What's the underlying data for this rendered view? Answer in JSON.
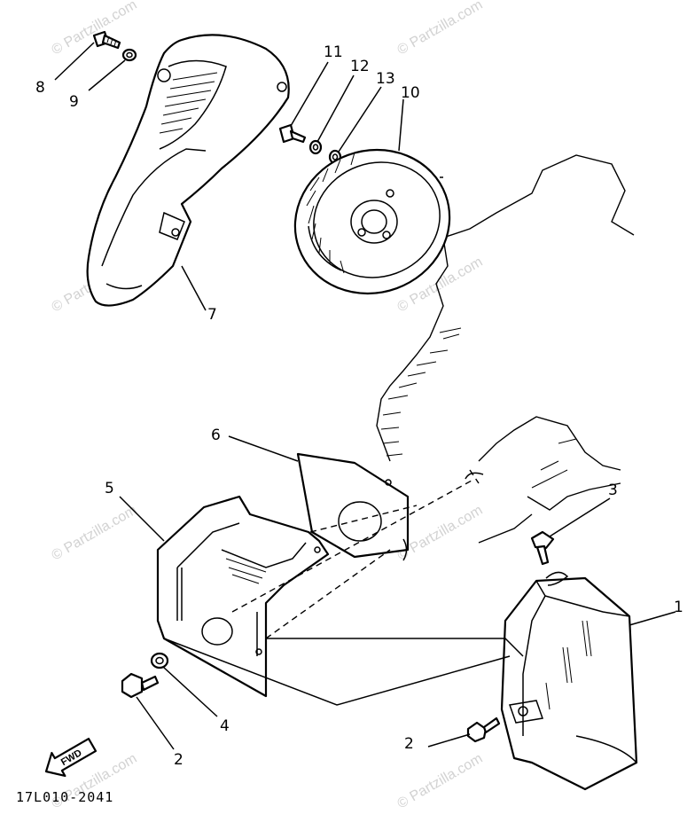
{
  "callouts": {
    "c1": "1",
    "c2a": "2",
    "c2b": "2",
    "c3": "3",
    "c4": "4",
    "c5": "5",
    "c6": "6",
    "c7": "7",
    "c8": "8",
    "c9": "9",
    "c10": "10",
    "c11": "11",
    "c12": "12",
    "c13": "13"
  },
  "fwd_label": "FWD",
  "diagram_code": "17L010-2041",
  "watermark": "© Partzilla.com"
}
